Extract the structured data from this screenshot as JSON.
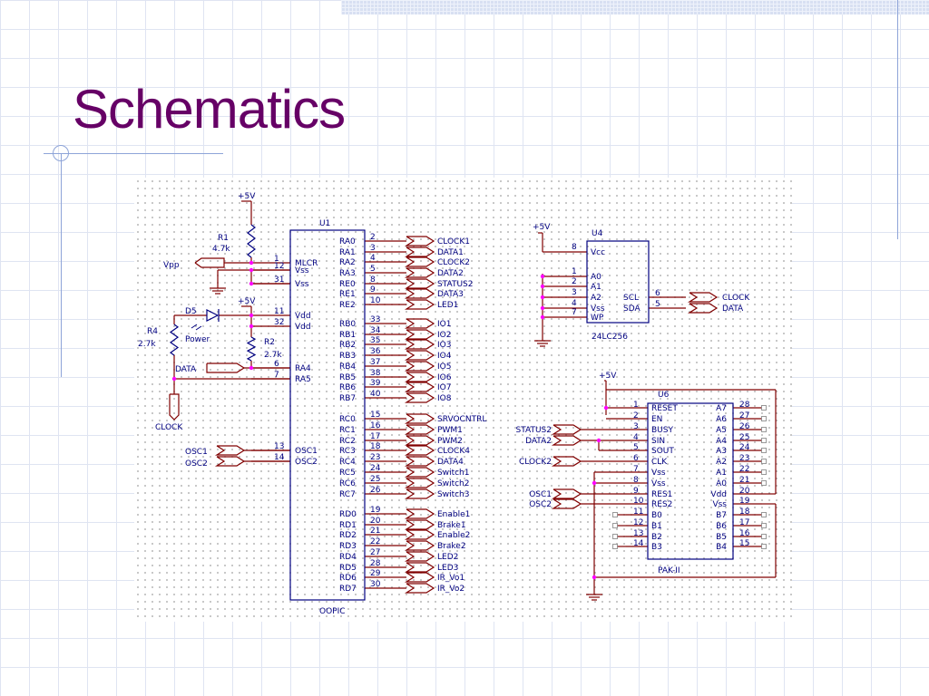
{
  "slide": {
    "title": "Schematics",
    "colors": {
      "title": "#660066",
      "grid": "#dfe4f2",
      "accent_line": "#8ea4d8",
      "wire": "#800000",
      "text": "#000080",
      "junction": "#ff00ff"
    }
  },
  "schematic": {
    "u1": {
      "ref": "U1",
      "part": "OOPIC",
      "left_pins": [
        {
          "num": "1",
          "name": "MLCR"
        },
        {
          "num": "12",
          "name": "Vss"
        },
        {
          "num": "31",
          "name": "Vss"
        },
        {
          "num": "11",
          "name": "Vdd"
        },
        {
          "num": "32",
          "name": "Vdd"
        },
        {
          "num": "6",
          "name": "RA4"
        },
        {
          "num": "7",
          "name": "RA5"
        },
        {
          "num": "13",
          "name": "OSC1"
        },
        {
          "num": "14",
          "name": "OSC2"
        }
      ],
      "right_pins": [
        {
          "num": "2",
          "name": "RA0",
          "net": "CLOCK1"
        },
        {
          "num": "3",
          "name": "RA1",
          "net": "DATA1"
        },
        {
          "num": "4",
          "name": "RA2",
          "net": "CLOCK2"
        },
        {
          "num": "5",
          "name": "RA3",
          "net": "DATA2"
        },
        {
          "num": "8",
          "name": "RE0",
          "net": "STATUS2"
        },
        {
          "num": "9",
          "name": "RE1",
          "net": "DATA3"
        },
        {
          "num": "10",
          "name": "RE2",
          "net": "LED1"
        },
        {
          "num": "33",
          "name": "RB0",
          "net": "IO1"
        },
        {
          "num": "34",
          "name": "RB1",
          "net": "IO2"
        },
        {
          "num": "35",
          "name": "RB2",
          "net": "IO3"
        },
        {
          "num": "36",
          "name": "RB3",
          "net": "IO4"
        },
        {
          "num": "37",
          "name": "RB4",
          "net": "IO5"
        },
        {
          "num": "38",
          "name": "RB5",
          "net": "IO6"
        },
        {
          "num": "39",
          "name": "RB6",
          "net": "IO7"
        },
        {
          "num": "40",
          "name": "RB7",
          "net": "IO8"
        },
        {
          "num": "15",
          "name": "RC0",
          "net": "SRVOCNTRL"
        },
        {
          "num": "16",
          "name": "RC1",
          "net": "PWM1"
        },
        {
          "num": "17",
          "name": "RC2",
          "net": "PWM2"
        },
        {
          "num": "18",
          "name": "RC3",
          "net": "CLOCK4"
        },
        {
          "num": "23",
          "name": "RC4",
          "net": "DATA4"
        },
        {
          "num": "24",
          "name": "RC5",
          "net": "Switch1"
        },
        {
          "num": "25",
          "name": "RC6",
          "net": "Switch2"
        },
        {
          "num": "26",
          "name": "RC7",
          "net": "Switch3"
        },
        {
          "num": "19",
          "name": "RD0",
          "net": "Enable1"
        },
        {
          "num": "20",
          "name": "RD1",
          "net": "Brake1"
        },
        {
          "num": "21",
          "name": "RD2",
          "net": "Enable2"
        },
        {
          "num": "22",
          "name": "RD3",
          "net": "Brake2"
        },
        {
          "num": "27",
          "name": "RD4",
          "net": "LED2"
        },
        {
          "num": "28",
          "name": "RD5",
          "net": "LED3"
        },
        {
          "num": "29",
          "name": "RD6",
          "net": "IR_Vo1"
        },
        {
          "num": "30",
          "name": "RD7",
          "net": "IR_Vo2"
        }
      ]
    },
    "left_circuit": {
      "vcc1": "+5V",
      "vcc2": "+5V",
      "r1_ref": "R1",
      "r1_val": "4.7k",
      "r2_ref": "R2",
      "r2_val": "2.7k",
      "r4_ref": "R4",
      "r4_val": "2.7k",
      "d5_ref": "D5",
      "d5_label": "Power",
      "vpp": "Vpp",
      "data": "DATA",
      "clock": "CLOCK",
      "osc1": "OSC1",
      "osc2": "OSC2"
    },
    "u4": {
      "ref": "U4",
      "part": "24LC256",
      "vcc": "+5V",
      "left_pins": [
        {
          "num": "8",
          "name": "Vcc"
        },
        {
          "num": "1",
          "name": "A0"
        },
        {
          "num": "2",
          "name": "A1"
        },
        {
          "num": "3",
          "name": "A2"
        },
        {
          "num": "4",
          "name": "Vss"
        },
        {
          "num": "7",
          "name": "WP"
        }
      ],
      "right_pins": [
        {
          "num": "6",
          "name": "SCL",
          "net": "CLOCK"
        },
        {
          "num": "5",
          "name": "SDA",
          "net": "DATA"
        }
      ]
    },
    "u6": {
      "ref": "U6",
      "part": "PAK-II",
      "vcc": "+5V",
      "left_pins": [
        {
          "num": "1",
          "name": "RESET"
        },
        {
          "num": "2",
          "name": "EN"
        },
        {
          "num": "3",
          "name": "BUSY",
          "net": "STATUS2"
        },
        {
          "num": "4",
          "name": "SIN",
          "net": "DATA2"
        },
        {
          "num": "5",
          "name": "SOUT"
        },
        {
          "num": "6",
          "name": "CLK",
          "net": "CLOCK2"
        },
        {
          "num": "7",
          "name": "Vss"
        },
        {
          "num": "8",
          "name": "Vss"
        },
        {
          "num": "9",
          "name": "RES1",
          "net": "OSC1"
        },
        {
          "num": "10",
          "name": "RES2",
          "net": "OSC2"
        },
        {
          "num": "11",
          "name": "B0"
        },
        {
          "num": "12",
          "name": "B1"
        },
        {
          "num": "13",
          "name": "B2"
        },
        {
          "num": "14",
          "name": "B3"
        }
      ],
      "right_pins": [
        {
          "num": "28",
          "name": "A7"
        },
        {
          "num": "27",
          "name": "A6"
        },
        {
          "num": "26",
          "name": "A5"
        },
        {
          "num": "25",
          "name": "A4"
        },
        {
          "num": "24",
          "name": "A3"
        },
        {
          "num": "23",
          "name": "A2"
        },
        {
          "num": "22",
          "name": "A1"
        },
        {
          "num": "21",
          "name": "A0"
        },
        {
          "num": "20",
          "name": "Vdd"
        },
        {
          "num": "19",
          "name": "Vss"
        },
        {
          "num": "18",
          "name": "B7"
        },
        {
          "num": "17",
          "name": "B6"
        },
        {
          "num": "16",
          "name": "B5"
        },
        {
          "num": "15",
          "name": "B4"
        }
      ]
    }
  }
}
